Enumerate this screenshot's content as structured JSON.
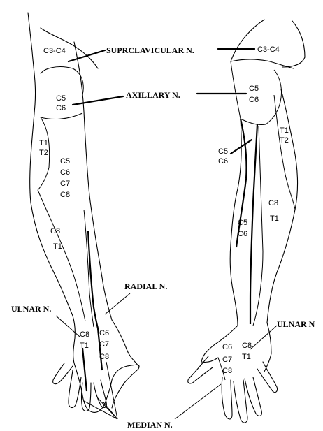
{
  "nerves": {
    "supraclavicular": "SUPRCLAVICULAR N.",
    "axillary": "AXILLARY N.",
    "radial": "RADIAL N.",
    "ulnar_left": "ULNAR N.",
    "ulnar_right": "ULNAR N",
    "median": "MEDIAN N."
  },
  "left_arm": {
    "c3c4": "C3-C4",
    "c5": "C5",
    "c6": "C6",
    "t1": "T1",
    "t2": "T2",
    "mid_c5": "C5",
    "mid_c6": "C6",
    "mid_c7": "C7",
    "mid_c8": "C8",
    "lower_c8": "C8",
    "lower_t1": "T1",
    "hand_c8": "C8",
    "hand_t1": "T1",
    "hand_c6": "C6",
    "hand_c7": "C7",
    "hand_c8b": "C8"
  },
  "right_arm": {
    "c3c4": "C3-C4",
    "c5": "C5",
    "c6": "C6",
    "t1": "T1",
    "t2": "T2",
    "upper_c5": "C5",
    "upper_c6": "C6",
    "fore_c5": "C5",
    "fore_c6": "C6",
    "side_c8": "C8",
    "side_t1": "T1",
    "hand_c6": "C6",
    "hand_c7": "C7",
    "hand_c8": "C8",
    "hand_c8b": "C8",
    "hand_t1": "T1"
  }
}
